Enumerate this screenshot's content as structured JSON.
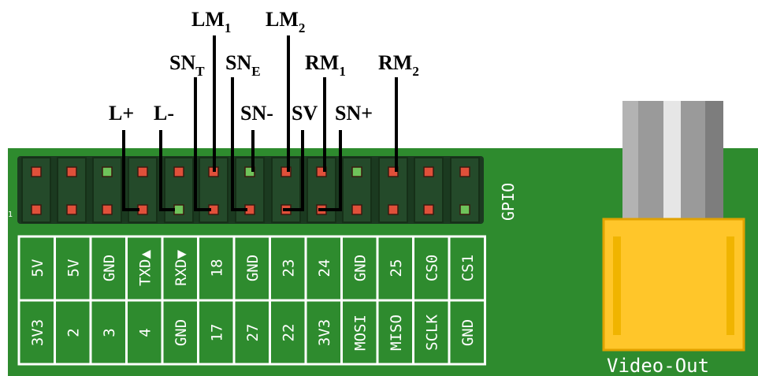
{
  "board": {
    "color": "#2e8b2e",
    "gpio_label": "GPIO",
    "pin1_marker": "1",
    "video_label": "Video-Out"
  },
  "pins": {
    "top_row_colors": [
      "red",
      "red",
      "green",
      "red",
      "red",
      "red",
      "green",
      "red",
      "red",
      "green",
      "red",
      "red",
      "red"
    ],
    "bottom_row_colors": [
      "red",
      "red",
      "red",
      "red",
      "green",
      "red",
      "red",
      "red",
      "red",
      "red",
      "red",
      "red",
      "green"
    ]
  },
  "pin_labels": {
    "top": [
      "5V",
      "5V",
      "GND",
      "TXD▲",
      "RXD▼",
      "18",
      "GND",
      "23",
      "24",
      "GND",
      "25",
      "CS0",
      "CS1"
    ],
    "bottom": [
      "3V3",
      "2",
      "3",
      "4",
      "GND",
      "17",
      "27",
      "22",
      "3V3",
      "MOSI",
      "MISO",
      "SCLK",
      "GND"
    ]
  },
  "callouts": [
    {
      "base": "L",
      "sub": "",
      "suffix": "+"
    },
    {
      "base": "L",
      "sub": "",
      "suffix": "-"
    },
    {
      "base": "SN",
      "sub": "T",
      "suffix": ""
    },
    {
      "base": "LM",
      "sub": "1",
      "suffix": ""
    },
    {
      "base": "SN",
      "sub": "E",
      "suffix": ""
    },
    {
      "base": "SN",
      "sub": "",
      "suffix": "-"
    },
    {
      "base": "LM",
      "sub": "2",
      "suffix": ""
    },
    {
      "base": "SV",
      "sub": "",
      "suffix": ""
    },
    {
      "base": "RM",
      "sub": "1",
      "suffix": ""
    },
    {
      "base": "SN",
      "sub": "",
      "suffix": "+"
    },
    {
      "base": "RM",
      "sub": "2",
      "suffix": ""
    }
  ],
  "colors": {
    "pin_red": "#e0503a",
    "pin_green": "#6fc35a",
    "pin_socket": "#1d3d22",
    "connector_yellow": "#ffc62a",
    "label_box": "#ffffff"
  }
}
